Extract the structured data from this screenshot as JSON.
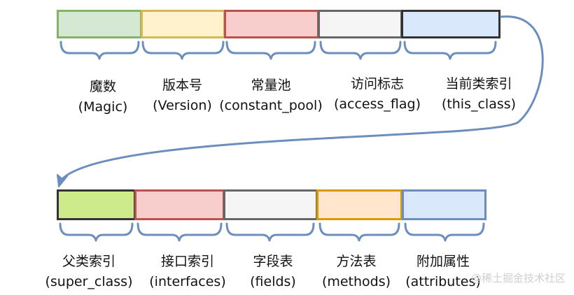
{
  "row1": [
    {
      "name": "魔数",
      "en": "(Magic)",
      "fill": "#d5e8d4",
      "stroke": "#82b366"
    },
    {
      "name": "版本号",
      "en": "(Version)",
      "fill": "#fff2cc",
      "stroke": "#d6b656"
    },
    {
      "name": "常量池",
      "en": "(constant_pool)",
      "fill": "#f8cecc",
      "stroke": "#b85450"
    },
    {
      "name": "访问标志",
      "en": "(access_flag)",
      "fill": "#f5f5f5",
      "stroke": "#666666"
    },
    {
      "name": "当前类索引",
      "en": "(this_class)",
      "fill": "#dae8fc",
      "stroke": "#333333"
    }
  ],
  "row2": [
    {
      "name": "父类索引",
      "en": "(super_class)",
      "fill": "#cdeb8b",
      "stroke": "#333333"
    },
    {
      "name": "接口索引",
      "en": "(interfaces)",
      "fill": "#f8cecc",
      "stroke": "#b85450"
    },
    {
      "name": "字段表",
      "en": "(fields)",
      "fill": "#f5f5f5",
      "stroke": "#666666"
    },
    {
      "name": "方法表",
      "en": "(methods)",
      "fill": "#ffe6cc",
      "stroke": "#d79b00"
    },
    {
      "name": "附加属性",
      "en": "(attributes)",
      "fill": "#dae8fc",
      "stroke": "#6c8ebf"
    }
  ],
  "watermark": "@稀土掘金技术社区",
  "colors": {
    "brace": "#6c8ebf",
    "arrow": "#6c8ebf"
  }
}
